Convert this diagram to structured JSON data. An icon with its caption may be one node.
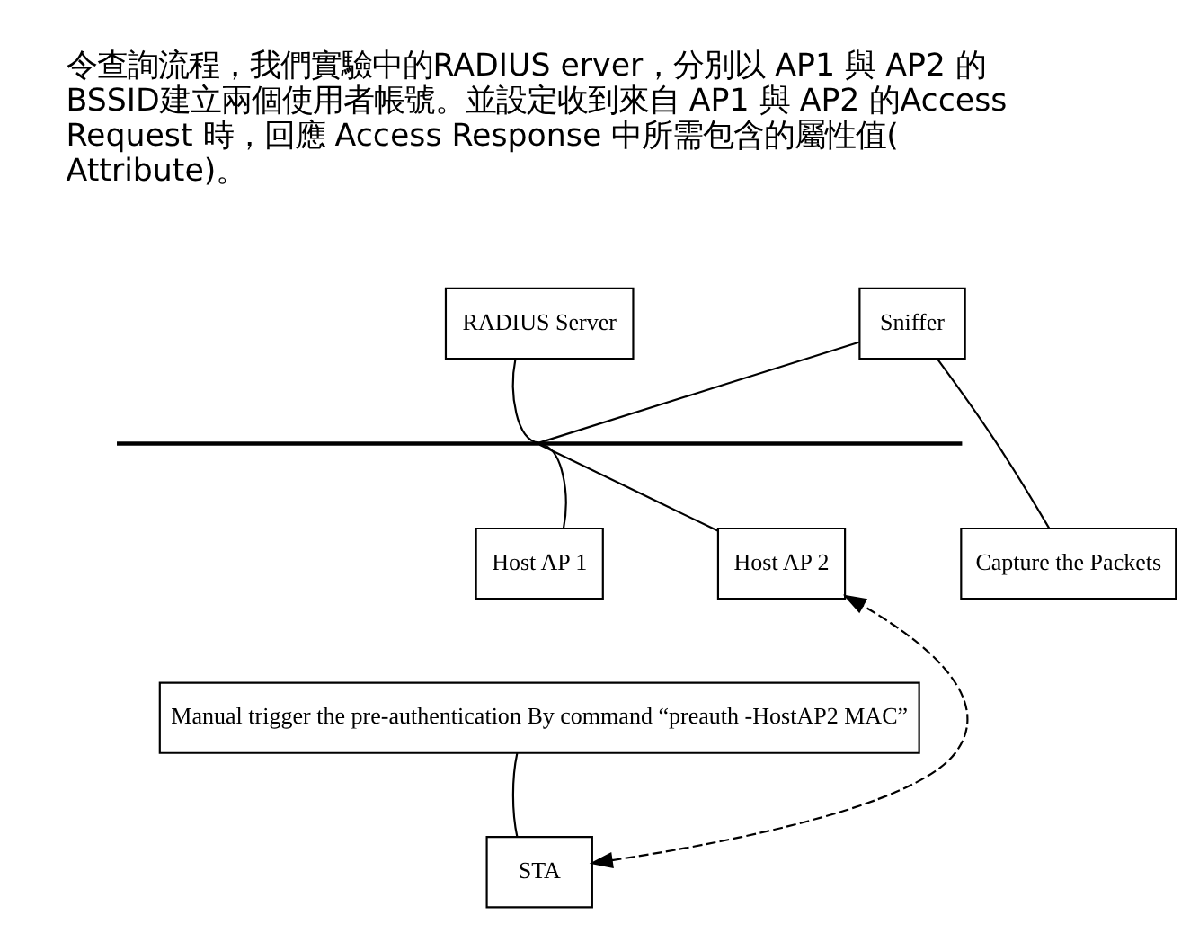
{
  "diagram": {
    "nodes": [
      {
        "text": [
          "RADIUS Server"
        ]
      },
      {
        "text": [
          "Sniffer"
        ]
      },
      {
        "text": [],
        "shape": "bar"
      },
      {
        "text": [
          "Host AP 1"
        ]
      },
      {
        "text": [
          "Host AP 2"
        ]
      },
      {
        "text": [
          "Capture the Packets"
        ]
      },
      {
        "text": [
          "Manual trigger the pre-authentication By command “preauth -HostAP2 MAC”"
        ]
      },
      {
        "text": [
          "STA"
        ]
      }
    ],
    "edges": [
      {
        "from": 0,
        "to": 2,
        "arrow": "none"
      },
      {
        "from": 1,
        "to": 2,
        "arrow": "none"
      },
      {
        "from": 3,
        "to": 2,
        "arrow": "none"
      },
      {
        "from": 4,
        "to": 2,
        "arrow": "none"
      },
      {
        "from": 5,
        "to": 1,
        "arrow": "none"
      },
      {
        "from": 7,
        "to": 4,
        "arrow": "both",
        "style": "dashed"
      },
      {
        "from": 6,
        "to": 7,
        "arrow": "none"
      }
    ],
    "labels": [
      "令查詢流程，我們實驗中的RADIUS erver，分別以 AP1 與 AP2 的BSSID建立兩個使用者帳號。並設定收到來自 AP1 與 AP2 的Access Request 時，回應 Access Response 中所需包含的屬性值(Attribute)。"
    ]
  }
}
